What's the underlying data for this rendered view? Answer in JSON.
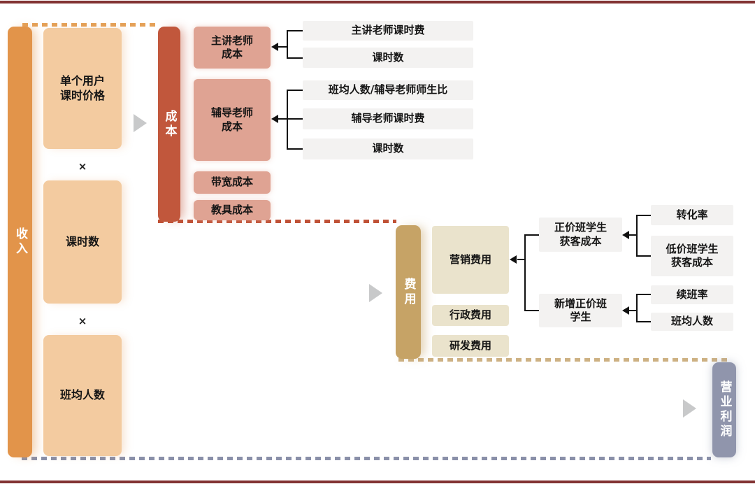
{
  "diagram": {
    "revenue_bar": "收入",
    "cost_bar": "成本",
    "expense_bar": "费用",
    "profit_bar": "营业利润",
    "multiply": "×",
    "revenue_factors": [
      "单个用户\n课时价格",
      "课时数",
      "班均人数"
    ],
    "cost_items": [
      "主讲老师\n成本",
      "辅导老师\n成本",
      "带宽成本",
      "教具成本"
    ],
    "main_teacher_drivers": [
      "主讲老师课时费",
      "课时数"
    ],
    "tutor_drivers": [
      "班均人数/辅导老师师生比",
      "辅导老师课时费",
      "课时数"
    ],
    "expense_items": [
      "营销费用",
      "行政费用",
      "研发费用"
    ],
    "marketing_drivers": [
      "正价班学生\n获客成本",
      "新增正价班\n学生"
    ],
    "cac_drivers": [
      "转化率",
      "低价班学生\n获客成本"
    ],
    "new_student_drivers": [
      "续班率",
      "班均人数"
    ],
    "colors": {
      "revenue": "#E2944A",
      "revenue_light": "#F3CBA0",
      "cost": "#C1573C",
      "cost_light": "#DFA393",
      "expense": "#C6A366",
      "expense_light": "#EAE3CC",
      "profit": "#9095AC",
      "driver_bg": "#F3F2F1",
      "rule": "#823333",
      "dash_orange": "#E5A158",
      "dash_rust": "#C05237",
      "dash_tan": "#CDB183",
      "dash_purple": "#8A90A9"
    }
  }
}
